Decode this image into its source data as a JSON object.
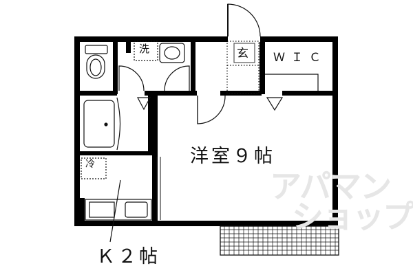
{
  "floorplan": {
    "rooms": {
      "western_room": "洋室９帖",
      "kitchen": "Ｋ２帖",
      "walk_in_closet": "ＷＩＣ",
      "entrance": "玄",
      "laundry": "洗",
      "fridge": "冷"
    },
    "watermark": {
      "line1": "アパマン",
      "line2": "ショップ"
    },
    "colors": {
      "wall": "#000000",
      "line": "#111111",
      "background": "#ffffff",
      "watermark": "#e6e6e6"
    }
  }
}
